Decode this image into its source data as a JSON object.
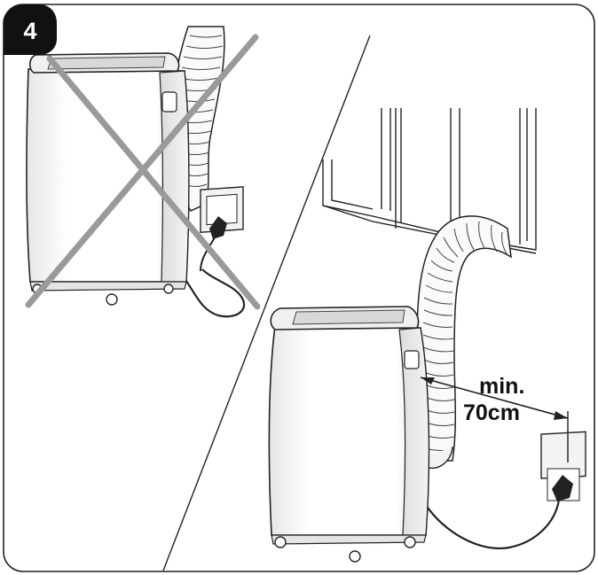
{
  "step": {
    "number": "4"
  },
  "measurement": {
    "line1": "min.",
    "line2": "70cm"
  },
  "colors": {
    "outline": "#222222",
    "cross": "#9a9a9a",
    "badge_bg": "#111111",
    "badge_text": "#ffffff",
    "unit_body": "#ffffff",
    "unit_shade": "#d9d9d9"
  },
  "panels": {
    "left": {
      "state": "incorrect",
      "mark": "cross-icon"
    },
    "right": {
      "state": "correct"
    }
  }
}
